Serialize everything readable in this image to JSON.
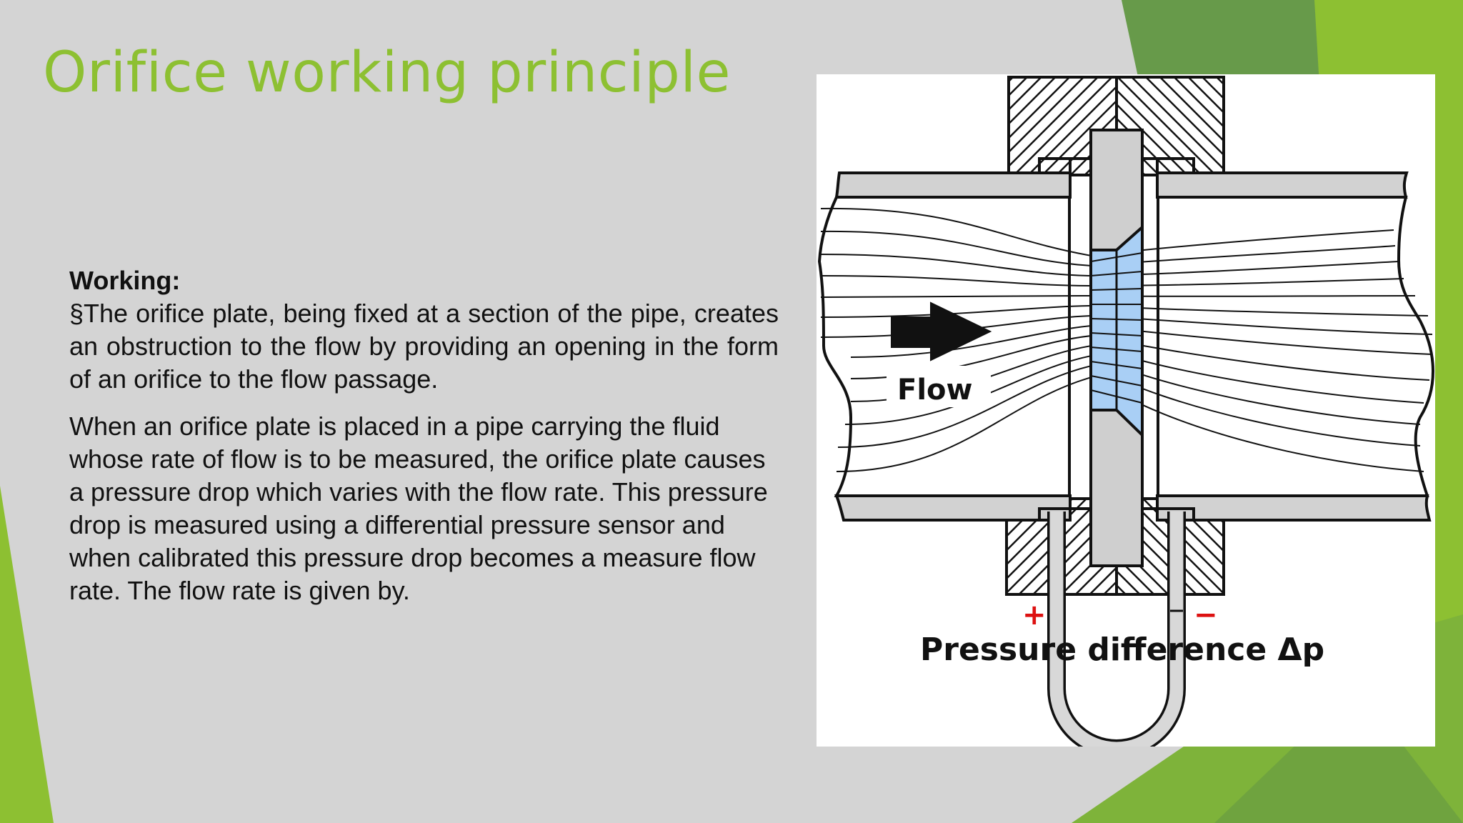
{
  "slide": {
    "title": "Orifice working principle",
    "body": {
      "heading": "Working:",
      "para1": "§The orifice plate, being fixed at a section of the pipe, creates an obstruction to the flow by providing an opening in the form of an orifice to the flow passage.",
      "para2": "When an orifice plate is placed in a pipe carrying the fluid whose rate of flow is to be measured, the orifice plate causes a pressure drop which varies with the flow rate. This pressure drop is measured using a differential pressure sensor and when calibrated this pressure drop becomes a measure flow rate. The flow rate is given by."
    }
  },
  "figure": {
    "flow_label": "Flow",
    "plus_label": "+",
    "minus_label": "−",
    "pressure_label": "Pressure difference Δp"
  },
  "colors": {
    "background": "#d4d4d4",
    "title": "#8dc032",
    "accent_green": "#8dc032",
    "dark_green": "#5c8f3f",
    "orifice_fill": "#a9cff5",
    "sign_red": "#dd1111"
  }
}
